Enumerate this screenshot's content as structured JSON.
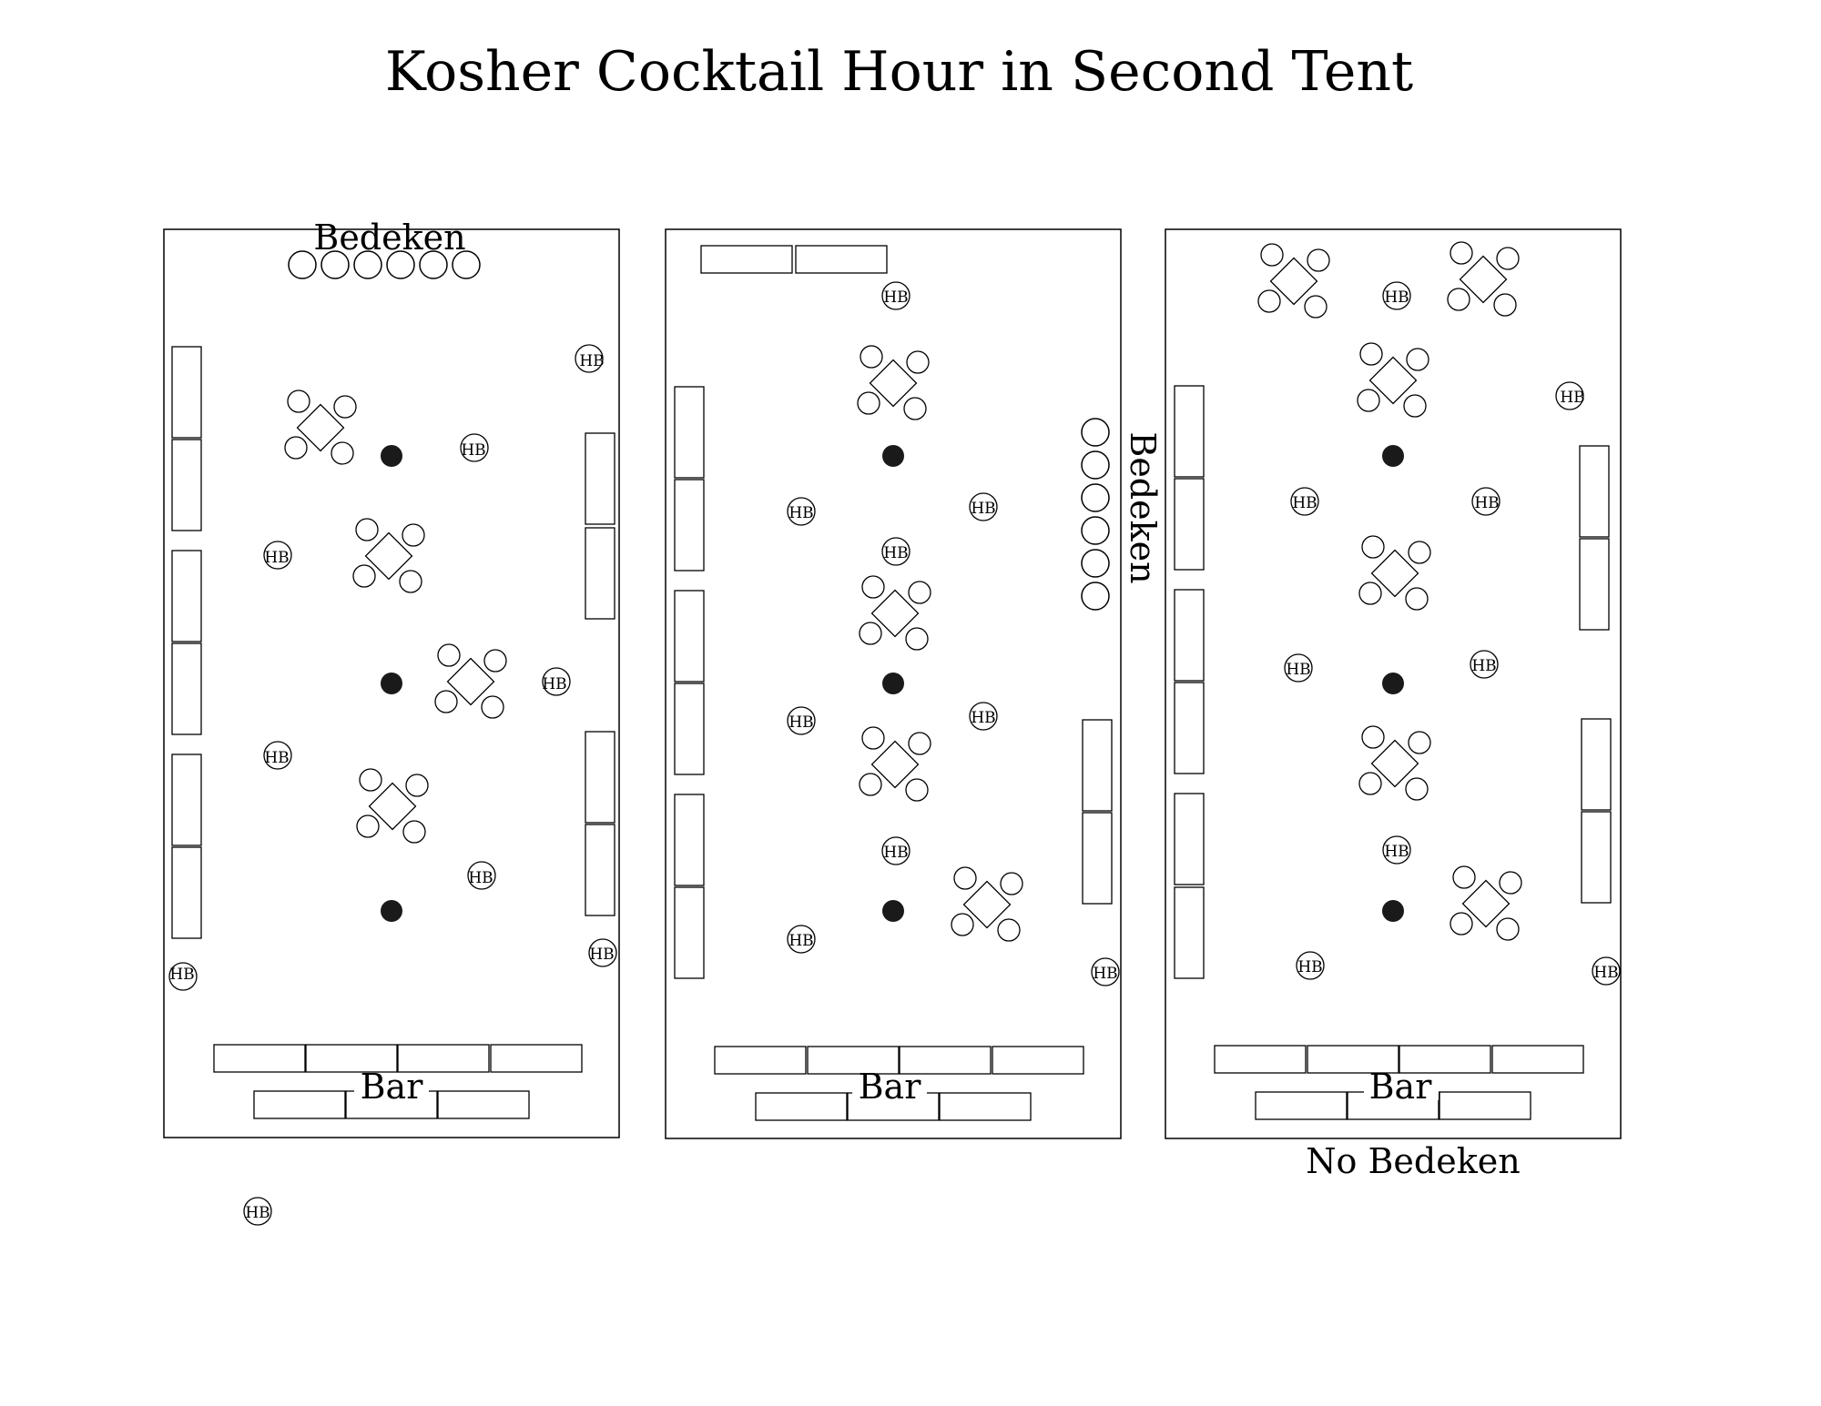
{
  "title": "Kosher Cocktail Hour in Second Tent",
  "layouts": [
    {
      "label": "Bedeken",
      "bar_label": "Bar"
    },
    {
      "label": "Bedeken",
      "bar_label": "Bar"
    },
    {
      "label": "No Bedeken",
      "bar_label": "Bar"
    }
  ],
  "highboy_label": "HB",
  "colors": {
    "stroke": "#000000",
    "post": "#1a1a1a",
    "background": "#ffffff"
  }
}
